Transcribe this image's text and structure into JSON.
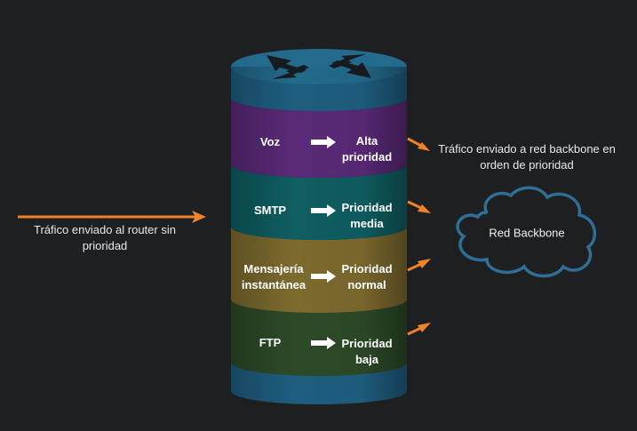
{
  "incoming_note": "Tráfico enviado al router sin prioridad",
  "outgoing_note": "Tráfico enviado a red backbone en orden de prioridad",
  "cloud_label": "Red Backbone",
  "queues": [
    {
      "traffic": "Voz",
      "priority": "Alta prioridad",
      "color": "#5a2a78"
    },
    {
      "traffic": "SMTP",
      "priority": "Prioridad media",
      "color": "#0f5e62"
    },
    {
      "traffic": "Mensajería instantánea",
      "priority": "Prioridad normal",
      "color": "#7d6a2e"
    },
    {
      "traffic": "FTP",
      "priority": "Prioridad baja",
      "color": "#2d4a28"
    }
  ],
  "colors": {
    "background": "#1e1f21",
    "cylinder_cap": "#1f5e80",
    "arrow_orange": "#f0832a",
    "cloud_stroke": "#2f6f95"
  },
  "icons": [
    "router-arrows-icon",
    "cloud-icon",
    "right-arrow-icon"
  ]
}
